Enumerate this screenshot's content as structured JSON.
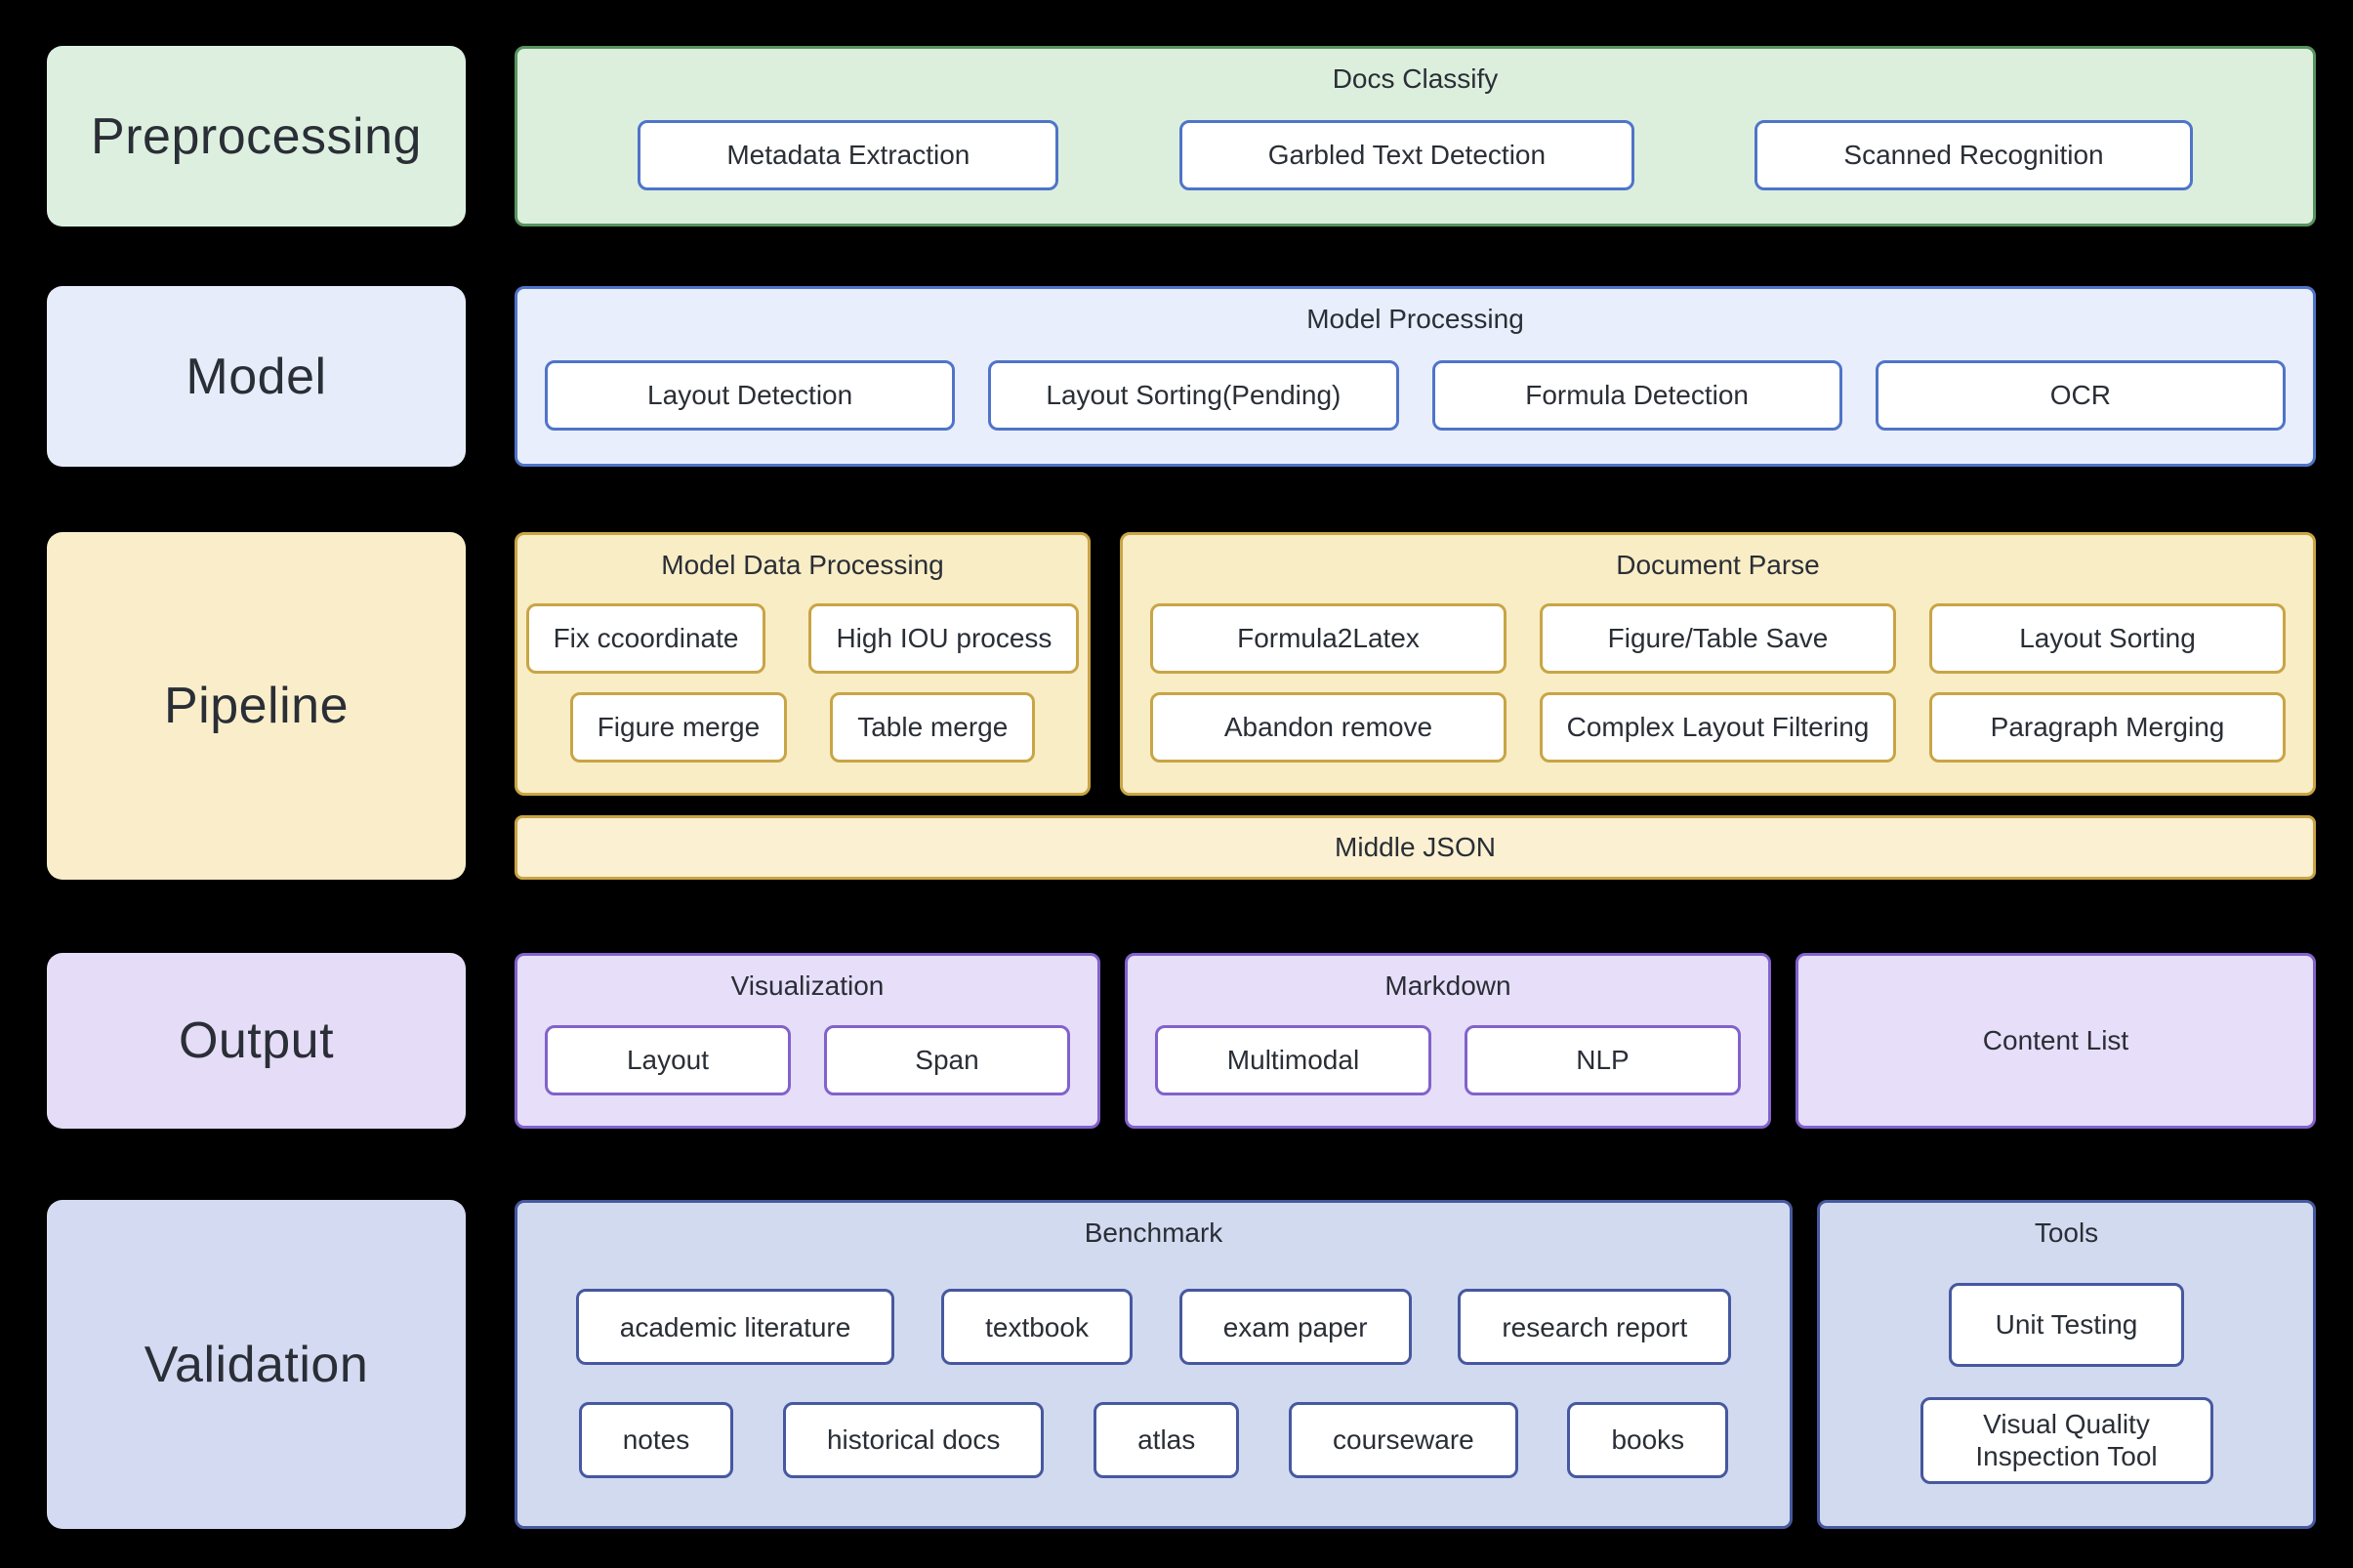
{
  "colors": {
    "canvas": "#000000",
    "text": "#2a2e36",
    "node_fill": "#ffffff",
    "themes": {
      "green": {
        "label_fill": "#ddf0df",
        "group_fill": "#dcefdd",
        "border": "#57945e"
      },
      "blue": {
        "label_fill": "#e7ecfa",
        "group_fill": "#e9eefc",
        "border": "#4f74c9"
      },
      "yellow": {
        "label_fill": "#faeeca",
        "group_fill": "#f9edc6",
        "border": "#c8a545",
        "bar_fill": "#fbf1d2"
      },
      "purple": {
        "label_fill": "#e5dcf7",
        "group_fill": "#e7def9",
        "border": "#8162cb"
      },
      "indigo": {
        "label_fill": "#d4daf1",
        "group_fill": "#d2daf0",
        "border": "#46589f"
      }
    }
  },
  "rows": [
    {
      "id": "preprocessing",
      "label": "Preprocessing",
      "theme": "green",
      "groups": [
        {
          "id": "docs-classify",
          "title": "Docs Classify",
          "theme": "green",
          "button_theme": "blue",
          "layout": "spread-wide",
          "flex": "1",
          "button_rows": [
            [
              "Metadata Extraction",
              "Garbled Text Detection",
              "Scanned Recognition"
            ]
          ]
        }
      ]
    },
    {
      "id": "model",
      "label": "Model",
      "theme": "blue",
      "groups": [
        {
          "id": "model-processing",
          "title": "Model Processing",
          "theme": "blue",
          "button_theme": "blue",
          "layout": "fill",
          "flex": "1",
          "button_rows": [
            [
              "Layout Detection",
              "Layout Sorting(Pending)",
              "Formula Detection",
              "OCR"
            ]
          ]
        }
      ]
    },
    {
      "id": "pipeline",
      "label": "Pipeline",
      "theme": "yellow",
      "groups": [
        {
          "id": "model-data-processing",
          "title": "Model Data Processing",
          "theme": "yellow",
          "button_theme": "yellow",
          "layout": "center",
          "flex": "0 0 590px",
          "button_rows": [
            [
              "Fix ccoordinate",
              "High IOU process"
            ],
            [
              "Figure merge",
              "Table merge"
            ]
          ]
        },
        {
          "id": "document-parse",
          "title": "Document Parse",
          "theme": "yellow",
          "button_theme": "yellow",
          "layout": "fill",
          "flex": "1",
          "button_rows": [
            [
              "Formula2Latex",
              "Figure/Table Save",
              "Layout Sorting"
            ],
            [
              "Abandon remove",
              "Complex Layout Filtering",
              "Paragraph Merging"
            ]
          ]
        }
      ],
      "bar": {
        "id": "middle-json-bar",
        "label": "Middle JSON",
        "theme": "yellow"
      }
    },
    {
      "id": "output",
      "label": "Output",
      "theme": "purple",
      "groups": [
        {
          "id": "visualization",
          "title": "Visualization",
          "theme": "purple",
          "button_theme": "purple",
          "layout": "fill",
          "flex": "0 0 600px",
          "button_rows": [
            [
              "Layout",
              "Span"
            ]
          ]
        },
        {
          "id": "markdown",
          "title": "Markdown",
          "theme": "purple",
          "button_theme": "purple",
          "layout": "fill",
          "flex": "0 0 662px",
          "button_rows": [
            [
              "Multimodal",
              "NLP"
            ]
          ]
        },
        {
          "id": "content-list",
          "title": "Content List",
          "theme": "purple",
          "button_theme": "purple",
          "layout": "center",
          "flex": "1",
          "button_rows": []
        }
      ]
    },
    {
      "id": "validation",
      "label": "Validation",
      "theme": "indigo",
      "groups": [
        {
          "id": "benchmark",
          "title": "Benchmark",
          "theme": "indigo",
          "button_theme": "indigo",
          "layout": "spread",
          "flex": "1",
          "button_rows": [
            [
              "academic literature",
              "textbook",
              "exam paper",
              "research report"
            ],
            [
              "notes",
              "historical docs",
              "atlas",
              "courseware",
              "books"
            ]
          ]
        },
        {
          "id": "tools",
          "title": "Tools",
          "theme": "indigo",
          "button_theme": "indigo",
          "layout": "center",
          "flex": "0 0 511px",
          "button_rows": [
            [
              "Unit Testing"
            ],
            [
              "Visual Quality Inspection Tool"
            ]
          ]
        }
      ]
    }
  ]
}
